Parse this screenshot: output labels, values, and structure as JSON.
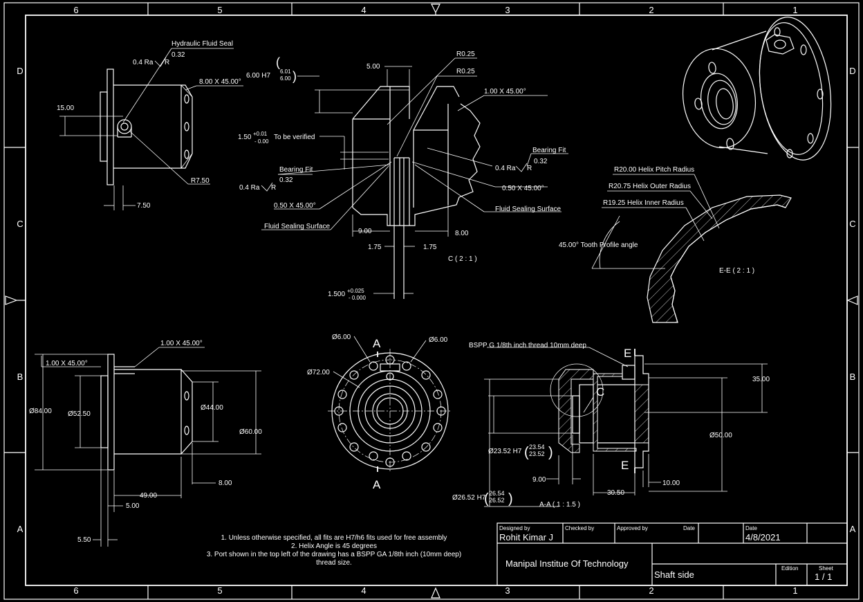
{
  "colors": {
    "background": "#000000",
    "line": "#ffffff"
  },
  "zones": {
    "top": [
      "6",
      "5",
      "4",
      "3",
      "2",
      "1"
    ],
    "bottom": [
      "6",
      "5",
      "4",
      "3",
      "2",
      "1"
    ],
    "left": [
      "D",
      "C",
      "B",
      "A"
    ],
    "right": [
      "D",
      "C",
      "B",
      "A"
    ]
  },
  "side_view": {
    "label_seal": "Hydraulic Fluid Seal",
    "ra_value": "0.4 Ra",
    "ra_sub": "0.32",
    "ra_r": "R",
    "chamfer": "8.00 X 45.00°",
    "dim_15": "15.00",
    "radius": "R7.50",
    "dim_750": "7.50"
  },
  "detail_c": {
    "dim_500": "5.00",
    "fit_600": "6.00 H7",
    "fit_600_up": "6.01",
    "fit_600_low": "6.00",
    "r025_a": "R0.25",
    "r025_b": "R0.25",
    "chamfer_100": "1.00 X 45.00°",
    "tol_150": "1.50",
    "tol_150_up": "+0.01",
    "tol_150_low": "- 0.00",
    "to_be_verified": "To be verified",
    "bearing_fit_l": "Bearing Fit",
    "bearing_fit_l_sub": "0.32",
    "ra_l": "0.4 Ra",
    "ra_l_r": "R",
    "bearing_fit_r": "Bearing Fit",
    "bearing_fit_r_sub": "0.32",
    "ra_r": "0.4 Ra",
    "ra_r_r": "R",
    "chamfer_050_l": "0.50 X 45.00°",
    "chamfer_050_r": "0.50 X 45.00°",
    "fluid_seal_l": "Fluid Sealing Surface",
    "fluid_seal_r": "Fluid Sealing Surface",
    "dim_900": "9.00",
    "dim_800": "8.00",
    "dim_175_l": "1.75",
    "dim_175_r": "1.75",
    "tol_1500": "1.500",
    "tol_1500_up": "+0.025",
    "tol_1500_low": "- 0.000",
    "view_label": "C ( 2 : 1 )"
  },
  "detail_e": {
    "pitch": "R20.00 Helix Pitch Radius",
    "outer": "R20.75 Helix Outer Radius",
    "inner": "R19.25 Helix Inner Radius",
    "tooth": "45.00° Tooth Profile angle",
    "view_label": "E-E ( 2 : 1 )"
  },
  "front_view": {
    "chamfer_top": "1.00 X 45.00°",
    "chamfer_left": "1.00 X 45.00°",
    "dia_84": "Ø84.00",
    "dia_525": "Ø52.50",
    "dia_44": "Ø44.00",
    "dia_60": "Ø60.00",
    "dim_800": "8.00",
    "dim_4900": "49.00",
    "dim_500": "5.00",
    "dim_550": "5.50"
  },
  "end_view": {
    "dia_6_l": "Ø6.00",
    "dia_6_r": "Ø6.00",
    "dia_72": "Ø72.00",
    "cut_a_top": "A",
    "cut_a_bottom": "A"
  },
  "section_aa": {
    "thread_note": "BSPP G 1/8th inch thread 10mm deep",
    "cut_e_top": "E",
    "cut_e_bottom": "E",
    "detail_c_mark": "C",
    "dim_35": "35.00",
    "dia_50": "Ø50.00",
    "fit_2352": "Ø23.52 H7",
    "fit_2352_up": "23.54",
    "fit_2352_low": "23.52",
    "dim_900": "9.00",
    "dim_3050": "30.50",
    "dim_1000": "10.00",
    "fit_2652": "Ø26.52 H7",
    "fit_2652_up": "26.54",
    "fit_2652_low": "26.52",
    "view_label": "A-A ( 1 : 1.5 )"
  },
  "notes": [
    "1. Unless otherwise specified, all fits are H7/h6 fits used for free assembly",
    "2. Helix Angle is 45 degrees",
    "3. Port shown in the top left of the drawing has a BSPP GA 1/8th inch (10mm deep)",
    "thread size."
  ],
  "title_block": {
    "designed_by_label": "Designed by",
    "designed_by": "Rohit Kimar J",
    "checked_by_label": "Checked by",
    "approved_by_label": "Approved by",
    "date_label_1": "Date",
    "date_label_2": "Date",
    "date": "4/8/2021",
    "institute": "Manipal Institue Of Technology",
    "part_name": "Shaft side",
    "edition_label": "Edition",
    "sheet_label": "Sheet",
    "sheet": "1 / 1"
  }
}
